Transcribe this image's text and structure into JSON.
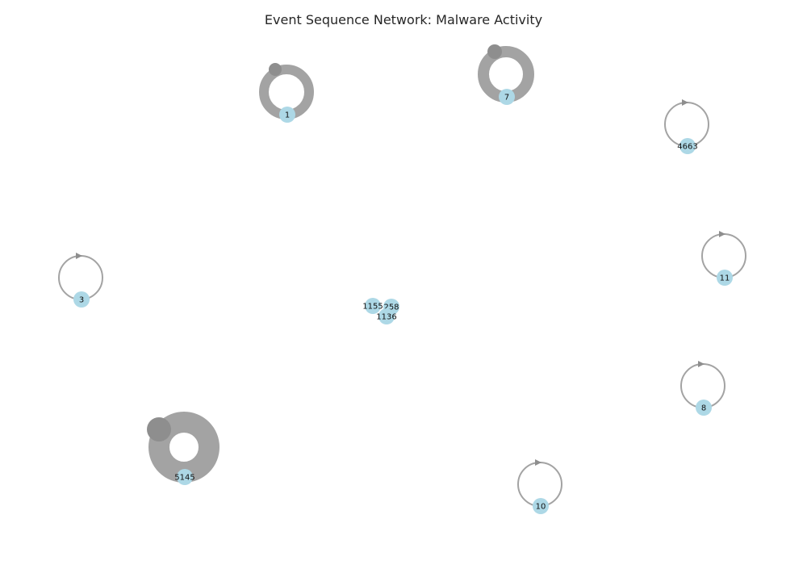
{
  "title": "Event Sequence Network: Malware Activity",
  "colors": {
    "node_fill": "#add8e6",
    "edge": "#a3a3a3",
    "arrow": "#8e8e8e",
    "background": "#ffffff"
  },
  "nodes": [
    {
      "id": "1",
      "label": "1",
      "self_loop_weight": 3
    },
    {
      "id": "7",
      "label": "7",
      "self_loop_weight": 4
    },
    {
      "id": "4663",
      "label": "4663",
      "self_loop_weight": 1
    },
    {
      "id": "3",
      "label": "3",
      "self_loop_weight": 1
    },
    {
      "id": "11",
      "label": "11",
      "self_loop_weight": 1
    },
    {
      "id": "1155",
      "label": "1155",
      "self_loop_weight": 0
    },
    {
      "id": "258",
      "label": "258",
      "self_loop_weight": 0
    },
    {
      "id": "1136",
      "label": "1136",
      "self_loop_weight": 0
    },
    {
      "id": "8",
      "label": "8",
      "self_loop_weight": 1
    },
    {
      "id": "5145",
      "label": "5145",
      "self_loop_weight": 7
    },
    {
      "id": "10",
      "label": "10",
      "self_loop_weight": 1
    }
  ]
}
